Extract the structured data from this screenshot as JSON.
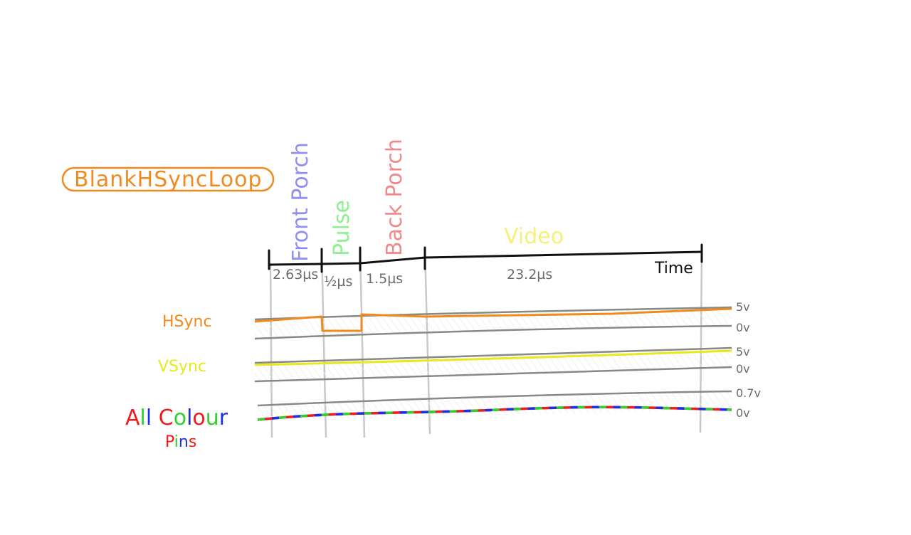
{
  "title": "BlankHSyncLoop",
  "timeline": {
    "segments": [
      {
        "label": "Front Porch",
        "duration": "2.63µs",
        "color": "#8f8ff0"
      },
      {
        "label": "Pulse",
        "duration": "½µs",
        "color": "#8ef08e"
      },
      {
        "label": "Back Porch",
        "duration": "1.5µs",
        "color": "#f08a8a"
      },
      {
        "label": "Video",
        "duration": "23.2µs",
        "color": "#f5f07a"
      }
    ],
    "time_label": "Time"
  },
  "signals": [
    {
      "name": "HSync",
      "color": "#f08a1f",
      "high_label": "5v",
      "low_label": "0v"
    },
    {
      "name": "VSync",
      "color": "#e8e81c",
      "high_label": "5v",
      "low_label": "0v"
    },
    {
      "name_line1_parts": [
        "A",
        "l",
        "l",
        " ",
        "C",
        "o",
        "l",
        "o",
        "u",
        "r"
      ],
      "name_line2_parts": [
        "P",
        "i",
        "n",
        "s"
      ],
      "high_label": "0.7v",
      "low_label": "0v"
    }
  ],
  "colors": {
    "orange": "#f08a1f",
    "grid": "#bdbdbd",
    "trace_grey": "#888888",
    "red": "#ee1c1c",
    "green": "#2fd12f",
    "blue": "#1c2fe8"
  }
}
